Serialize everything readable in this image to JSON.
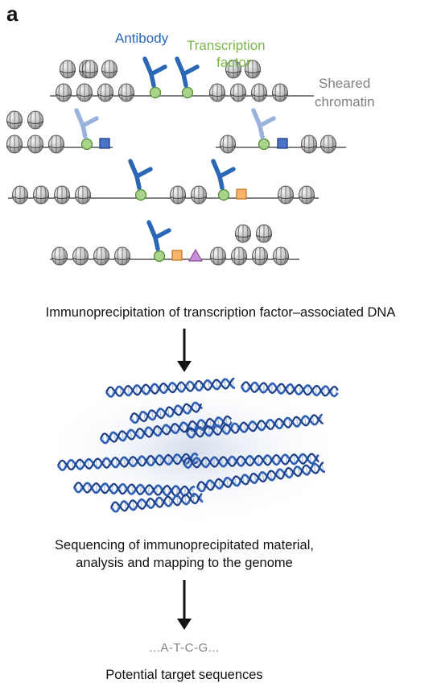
{
  "panel_label": "a",
  "labels": {
    "antibody": "Antibody",
    "tf_line1": "Transcription",
    "tf_line2": "factor",
    "sheared_line1": "Sheared",
    "sheared_line2": "chromatin"
  },
  "steps": {
    "immunoprecipitation": "Immunoprecipitation of transcription factor–associated DNA",
    "sequencing_line1": "Sequencing of immunoprecipitated material,",
    "sequencing_line2": "analysis and mapping to the genome",
    "sequence": "...A-T-C-G...",
    "result": "Potential target sequences"
  },
  "colors": {
    "antibody": "#2a67b5",
    "antibody_faded": "#9ab3dc",
    "transcription_factor": "#a9d38a",
    "square_blue": "#4a74c9",
    "square_orange": "#f6b46a",
    "triangle_purple": "#c98fd4",
    "nucleosome": "#bdbdbd",
    "dna_strand": "#2f5fb3",
    "arrow": "#111111"
  }
}
